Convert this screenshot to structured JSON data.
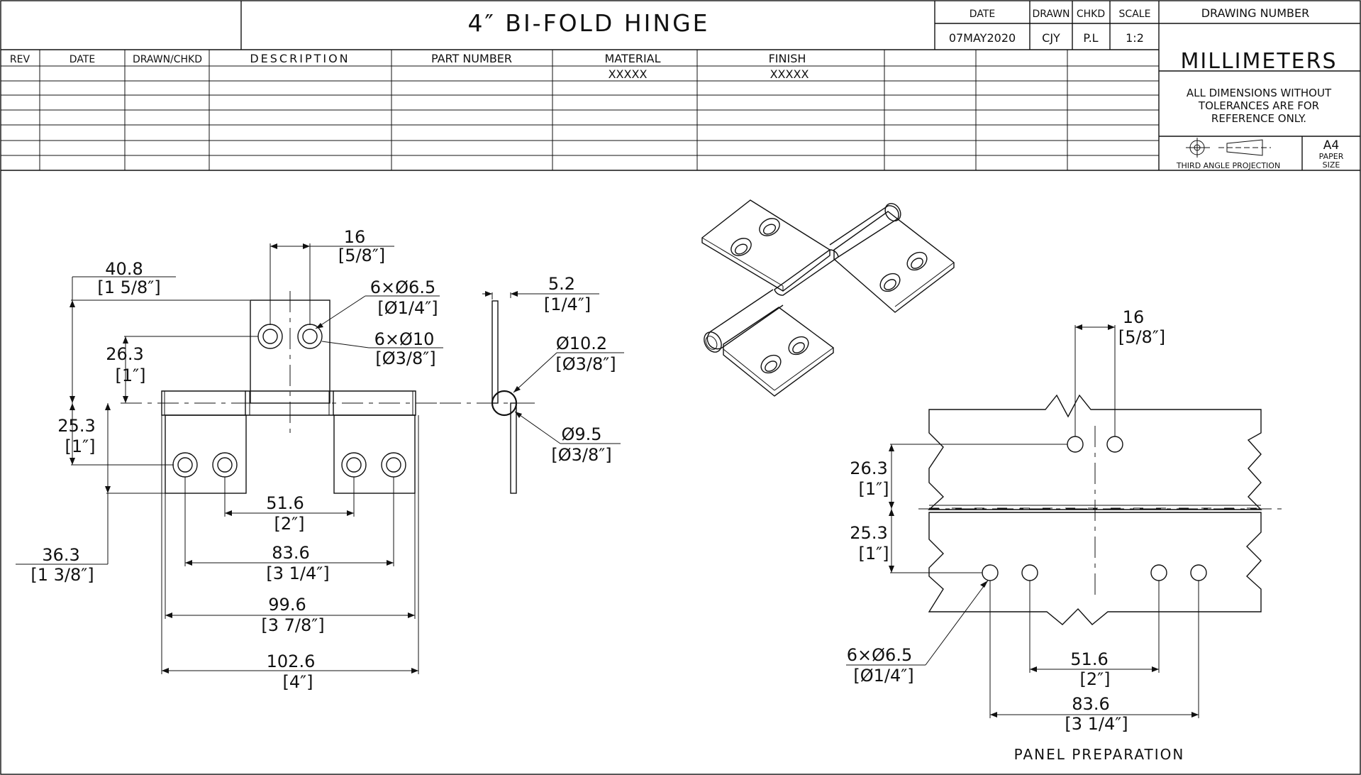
{
  "title_block": {
    "title": "4″ BI-FOLD HINGE",
    "date_label": "DATE",
    "drawn_label": "DRAWN",
    "chkd_label": "CHKD",
    "scale_label": "SCALE",
    "drawing_number_label": "DRAWING NUMBER",
    "date_value": "07MAY2020",
    "drawn_value": "CJY",
    "chkd_value": "P.L",
    "scale_value": "1:2",
    "units": "MILLIMETERS",
    "note_lines": [
      "ALL DIMENSIONS WITHOUT",
      "TOLERANCES ARE FOR",
      "REFERENCE ONLY."
    ],
    "projection_label": "THIRD ANGLE PROJECTION",
    "paper_size": "A4",
    "paper_label_1": "PAPER",
    "paper_label_2": "SIZE"
  },
  "revision_table": {
    "headers": [
      "REV",
      "DATE",
      "DRAWN/CHKD",
      "DESCRIPTION",
      "PART NUMBER",
      "MATERIAL",
      "FINISH"
    ],
    "material_value": "XXXXX",
    "finish_value": "XXXXX"
  },
  "front_view": {
    "dim_40_8": "40.8",
    "dim_40_8_in": "[1 5/8″]",
    "dim_16": "16",
    "dim_16_in": "[5/8″]",
    "hole_small": "6×Ø6.5",
    "hole_small_in": "[Ø1/4″]",
    "hole_large": "6×Ø10",
    "hole_large_in": "[Ø3/8″]",
    "dim_26_3": "26.3",
    "dim_26_3_in": "[1″]",
    "dim_25_3": "25.3",
    "dim_25_3_in": "[1″]",
    "dim_36_3": "36.3",
    "dim_36_3_in": "[1 3/8″]",
    "dim_51_6": "51.6",
    "dim_51_6_in": "[2″]",
    "dim_83_6": "83.6",
    "dim_83_6_in": "[3 1/4″]",
    "dim_99_6": "99.6",
    "dim_99_6_in": "[3 7/8″]",
    "dim_102_6": "102.6",
    "dim_102_6_in": "[4″]"
  },
  "side_view": {
    "dim_5_2": "5.2",
    "dim_5_2_in": "[1/4″]",
    "dia_10_2": "Ø10.2",
    "dia_10_2_in": "[Ø3/8″]",
    "dia_9_5": "Ø9.5",
    "dia_9_5_in": "[Ø3/8″]"
  },
  "panel_view": {
    "dim_16": "16",
    "dim_16_in": "[5/8″]",
    "dim_26_3": "26.3",
    "dim_26_3_in": "[1″]",
    "dim_25_3": "25.3",
    "dim_25_3_in": "[1″]",
    "hole_label": "6×Ø6.5",
    "hole_label_in": "[Ø1/4″]",
    "dim_51_6": "51.6",
    "dim_51_6_in": "[2″]",
    "dim_83_6": "83.6",
    "dim_83_6_in": "[3 1/4″]",
    "caption": "PANEL PREPARATION"
  }
}
